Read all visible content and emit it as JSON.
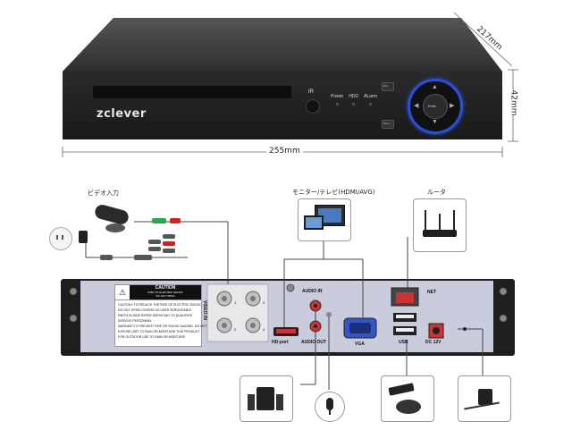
{
  "dimensions": {
    "width": "255mm",
    "depth": "217mm",
    "height": "42mm"
  },
  "front_panel": {
    "brand": "zclever",
    "ir_label": "IR",
    "leds": [
      "Power",
      "HDD",
      "ALarm"
    ],
    "enter_label": "Enter",
    "side_buttons": [
      "Esc",
      "Menu"
    ]
  },
  "callouts": {
    "video_input": "ビデオ入力",
    "monitor": "モニター/テレビ(HDMI/AVG)",
    "router": "ルータ"
  },
  "rear_panel": {
    "caution_title": "CAUTION",
    "caution_sub": [
      "RISK OF ELECTRIC SHOCK",
      "DO NOT OPEN"
    ],
    "caution_text": [
      "CAUTION: TO REDUCE THE RISK OF ELECTRIC SHOCK",
      "DO NOT OPEN COVERS NO USER SERVICEABLE",
      "PARTS IN SIDE REFER SERVICING TO QUALIFIED",
      "SERVICE PERSONNEL",
      "WARNING:TO PREVENT FIRE OR SHOCK HAZARD, DO NOT",
      "EXPOSE UNIT TO RAIN OR MOISTURE.THIS PRODUCT",
      "FOR OUTDOOR USE TO RAIN OR MOISTURE"
    ],
    "video_in_label": "VIDEO IN",
    "channel_numbers": [
      "1",
      "3",
      "2",
      "4"
    ],
    "ports": {
      "audio_in": "AUDIO IN",
      "hdport": "HD-port",
      "audio_out": "AUDIO OUT",
      "vga": "VGA",
      "net": "NET",
      "usb": "USB",
      "dc": "DC 12V"
    }
  }
}
